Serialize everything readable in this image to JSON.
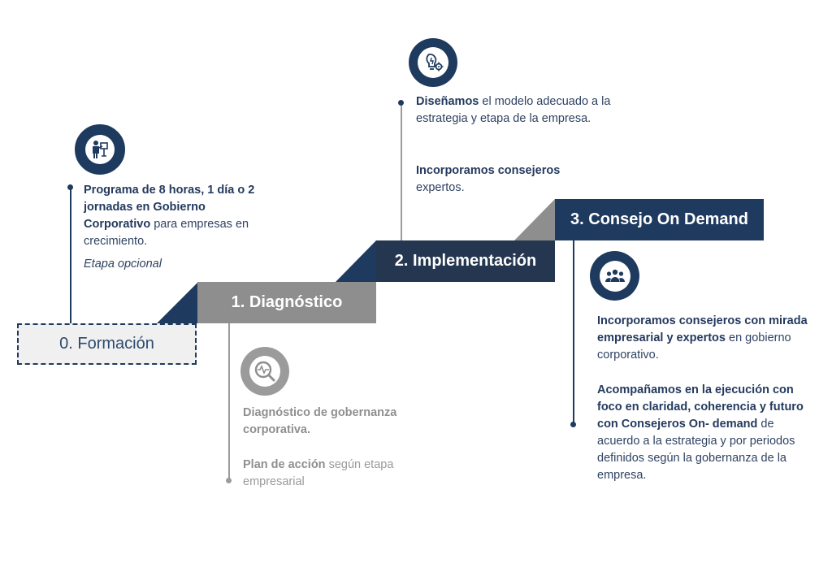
{
  "colors": {
    "navy": "#1f3a5f",
    "navy_dark": "#253750",
    "gray": "#8e8e8e",
    "gray_light": "#9b9b9b"
  },
  "stages": {
    "formacion": {
      "label": "0. Formación",
      "icon": "presenter-icon",
      "bold_text": "Programa de 8 horas, 1 día o 2 jornadas en Gobierno Corporativo",
      "text": " para empresas en crecimiento.",
      "note": "Etapa opcional"
    },
    "diagnostico": {
      "label": "1. Diagnóstico",
      "icon": "magnifier-pulse-icon",
      "p1_bold": "Diagnóstico de gobernanza corporativa.",
      "p2_bold": "Plan de acción",
      "p2_text": " según etapa empresarial"
    },
    "implementacion": {
      "label": "2. Implementación",
      "icon": "bulb-gear-icon",
      "p1_bold": "Diseñamos",
      "p1_text": " el modelo adecuado a la estrategia y etapa de la empresa.",
      "p2_bold": "Incorporamos consejeros",
      "p2_text": " expertos."
    },
    "consejo": {
      "label": "3. Consejo On Demand",
      "icon": "group-icon",
      "p1_bold": "Incorporamos consejeros con mirada empresarial y expertos",
      "p1_text": " en gobierno corporativo.",
      "p2_bold": "Acompañamos en la ejecución con foco en claridad, coherencia y futuro con Consejeros On- demand",
      "p2_text": " de acuerdo a la estrategia y por periodos definidos según la gobernanza de la empresa."
    }
  }
}
